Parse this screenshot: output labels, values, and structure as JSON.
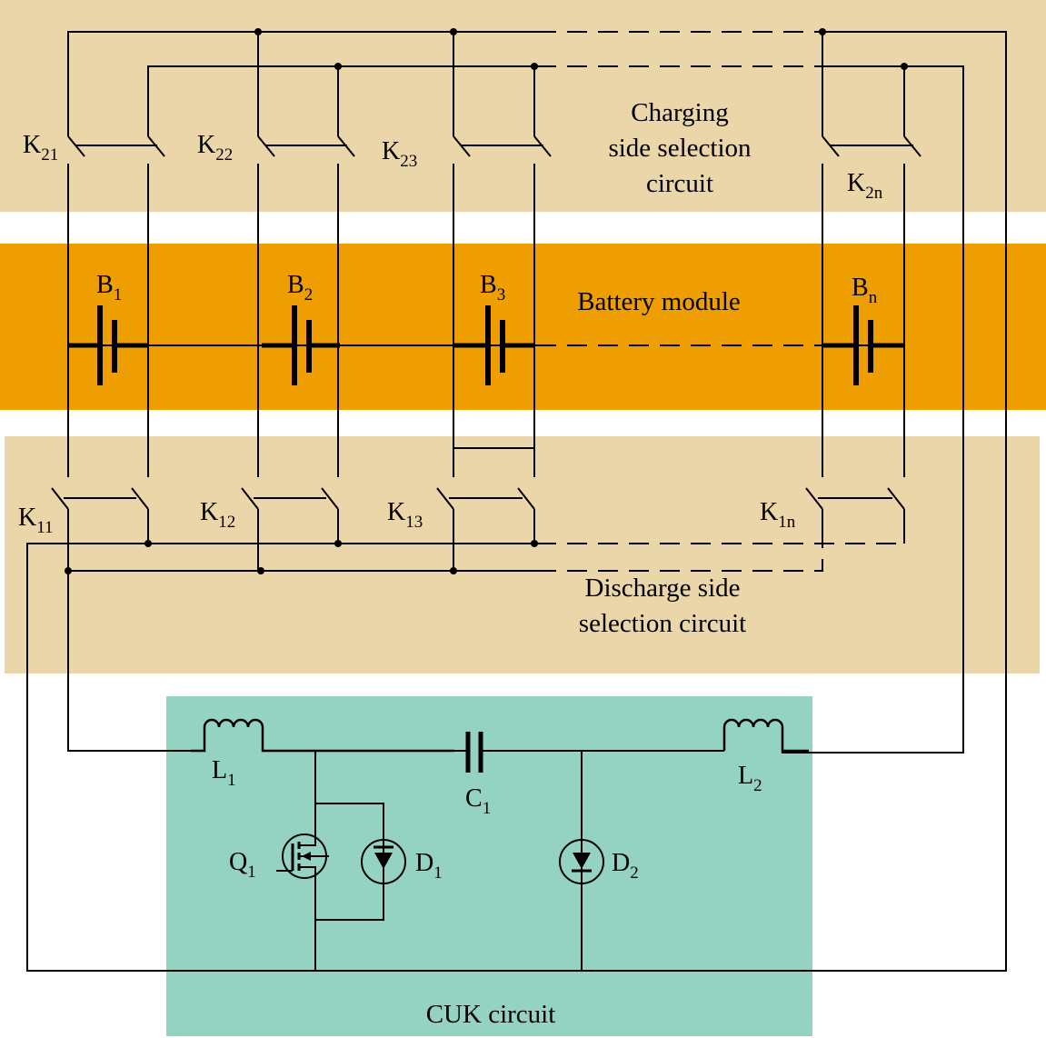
{
  "colors": {
    "selection_band": "#ead6a9",
    "battery_band": "#ee9e00",
    "cuk_band": "#94d2c1",
    "wire": "#000000"
  },
  "regions": {
    "charging": "Charging side selection circuit",
    "charging_lines": [
      "Charging",
      "side selection",
      "circuit"
    ],
    "battery": "Battery module",
    "discharge": "Discharge side selection circuit",
    "discharge_lines": [
      "Discharge side",
      "selection circuit"
    ],
    "cuk": "CUK circuit"
  },
  "switches_charge": [
    {
      "base": "K",
      "sub": "21"
    },
    {
      "base": "K",
      "sub": "22"
    },
    {
      "base": "K",
      "sub": "23"
    },
    {
      "base": "K",
      "sub": "2n"
    }
  ],
  "batteries": [
    {
      "base": "B",
      "sub": "1"
    },
    {
      "base": "B",
      "sub": "2"
    },
    {
      "base": "B",
      "sub": "3"
    },
    {
      "base": "B",
      "sub": "n"
    }
  ],
  "switches_discharge": [
    {
      "base": "K",
      "sub": "11"
    },
    {
      "base": "K",
      "sub": "12"
    },
    {
      "base": "K",
      "sub": "13"
    },
    {
      "base": "K",
      "sub": "1n"
    }
  ],
  "cuk_components": {
    "L1": {
      "base": "L",
      "sub": "1"
    },
    "L2": {
      "base": "L",
      "sub": "2"
    },
    "C1": {
      "base": "C",
      "sub": "1"
    },
    "Q1": {
      "base": "Q",
      "sub": "1"
    },
    "D1": {
      "base": "D",
      "sub": "1"
    },
    "D2": {
      "base": "D",
      "sub": "2"
    }
  }
}
